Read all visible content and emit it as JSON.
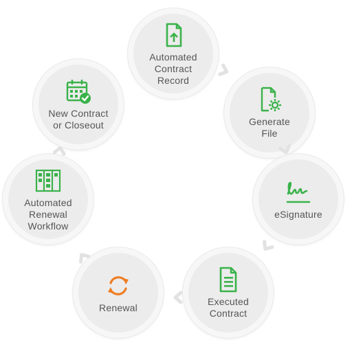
{
  "colors": {
    "accent_green": "#3ab24a",
    "accent_orange": "#ef7d22",
    "circle_fill": "#ececec",
    "text": "#555555",
    "arrow": "#e4e4e4"
  },
  "steps": [
    {
      "label": "Automated\nContract\nRecord",
      "icon": "contract-upload-icon"
    },
    {
      "label": "Generate\nFile",
      "icon": "file-gear-icon"
    },
    {
      "label": "eSignature",
      "icon": "signature-icon"
    },
    {
      "label": "Executed\nContract",
      "icon": "document-lines-icon"
    },
    {
      "label": "Renewal",
      "icon": "renew-arrows-icon"
    },
    {
      "label": "Automated\nRenewal\nWorkflow",
      "icon": "kanban-board-icon"
    },
    {
      "label": "New Contract\nor Closeout",
      "icon": "calendar-check-icon"
    }
  ]
}
